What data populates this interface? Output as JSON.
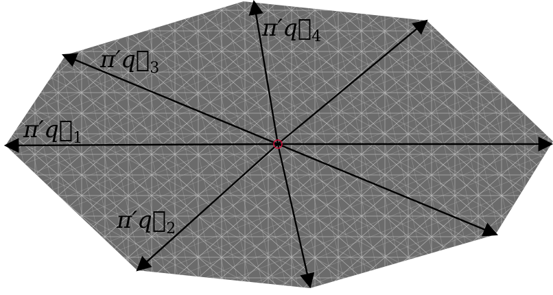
{
  "colors": {
    "background": "#ffffff",
    "polygon_fill": "#6b6b6b",
    "mesh_lines": "#c9c9c9",
    "axes": "#000000",
    "center_marker": "#d0103a"
  },
  "labels": {
    "q1": {
      "prefix": "π′q⃗",
      "sub": "1"
    },
    "q2": {
      "prefix": "π′q⃗",
      "sub": "2"
    },
    "q3": {
      "prefix": "π′q⃗",
      "sub": "3"
    },
    "q4": {
      "prefix": "π′q⃗",
      "sub": "4"
    }
  }
}
